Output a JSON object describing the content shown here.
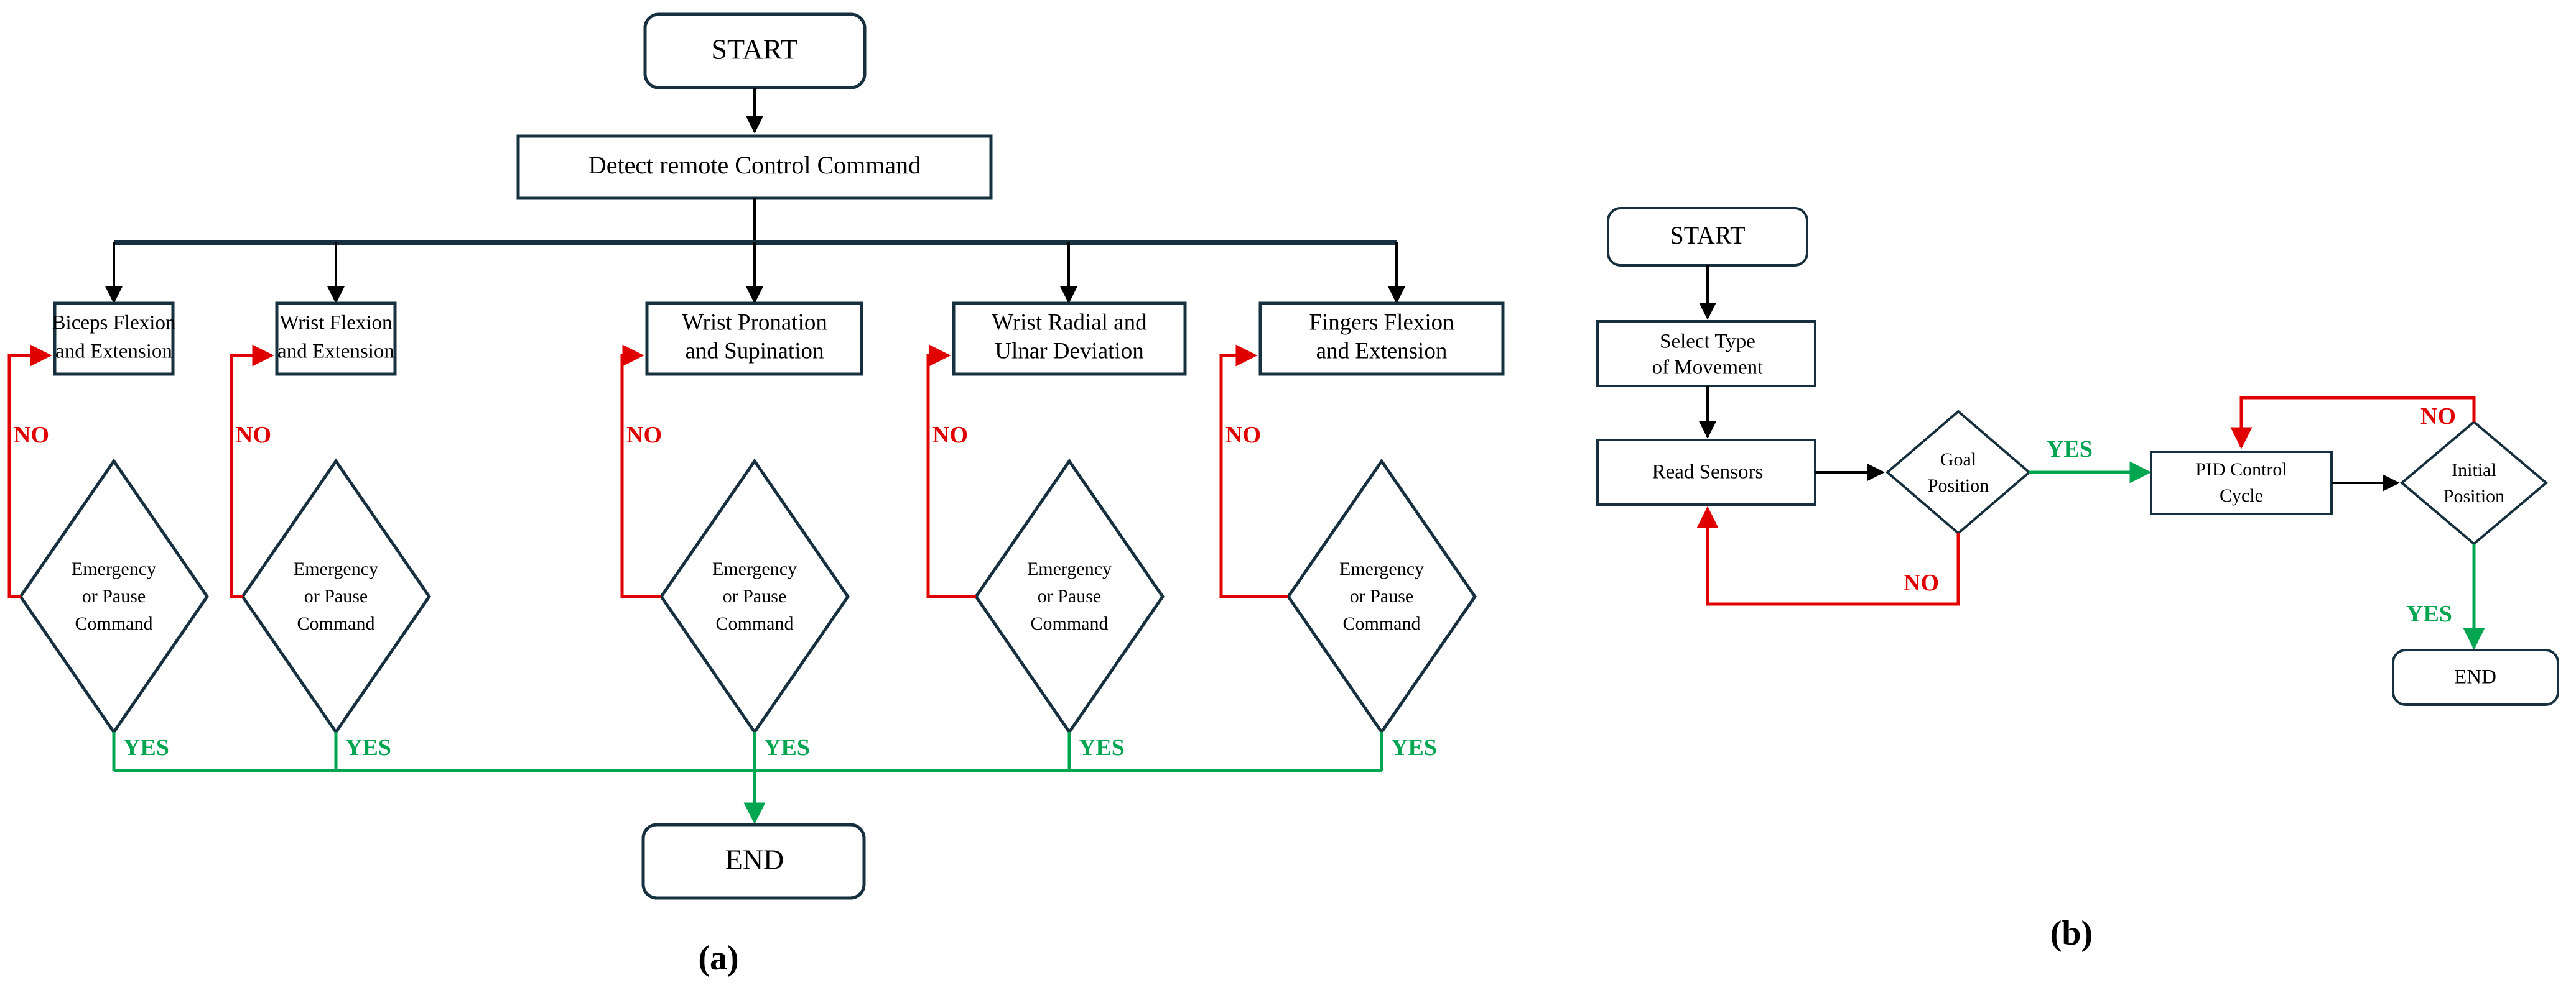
{
  "figure": {
    "type": "flowchart-figure",
    "background": "#ffffff",
    "panels": [
      "a",
      "b"
    ]
  },
  "colors": {
    "node_stroke": "#16303f",
    "node_fill": "#ffffff",
    "edge_default": "#000000",
    "edge_no": "#e00000",
    "edge_yes": "#00a550",
    "text": "#000000"
  },
  "panel_a": {
    "caption": "(a)",
    "start": {
      "label": "START",
      "shape": "rounded-rectangle"
    },
    "detect": {
      "label": "Detect remote Control Command",
      "shape": "rectangle"
    },
    "branches": [
      {
        "process": {
          "line1": "Biceps Flexion",
          "line2": "and Extension"
        },
        "decision": {
          "line1": "Emergency",
          "line2": "or Pause",
          "line3": "Command"
        },
        "no_label": "NO",
        "yes_label": "YES"
      },
      {
        "process": {
          "line1": "Wrist Flexion",
          "line2": "and Extension"
        },
        "decision": {
          "line1": "Emergency",
          "line2": "or Pause",
          "line3": "Command"
        },
        "no_label": "NO",
        "yes_label": "YES"
      },
      {
        "process": {
          "line1": "Wrist Pronation",
          "line2": "and Supination"
        },
        "decision": {
          "line1": "Emergency",
          "line2": "or Pause",
          "line3": "Command"
        },
        "no_label": "NO",
        "yes_label": "YES"
      },
      {
        "process": {
          "line1": "Wrist Radial and",
          "line2": "Ulnar Deviation"
        },
        "decision": {
          "line1": "Emergency",
          "line2": "or Pause",
          "line3": "Command"
        },
        "no_label": "NO",
        "yes_label": "YES"
      },
      {
        "process": {
          "line1": "Fingers Flexion",
          "line2": "and Extension"
        },
        "decision": {
          "line1": "Emergency",
          "line2": "or Pause",
          "line3": "Command"
        },
        "no_label": "NO",
        "yes_label": "YES"
      }
    ],
    "end": {
      "label": "END",
      "shape": "rounded-rectangle"
    }
  },
  "panel_b": {
    "caption": "(b)",
    "start": {
      "label": "START",
      "shape": "rounded-rectangle"
    },
    "select_movement": {
      "line1": "Select Type",
      "line2": "of Movement"
    },
    "read_sensors": {
      "label": "Read Sensors"
    },
    "goal_position": {
      "line1": "Goal",
      "line2": "Position"
    },
    "goal_yes_label": "YES",
    "goal_no_label": "NO",
    "pid": {
      "line1": "PID Control",
      "line2": "Cycle"
    },
    "initial_position": {
      "line1": "Initial",
      "line2": "Position"
    },
    "initial_no_label": "NO",
    "initial_yes_label": "YES",
    "end": {
      "label": "END",
      "shape": "rounded-rectangle"
    }
  }
}
